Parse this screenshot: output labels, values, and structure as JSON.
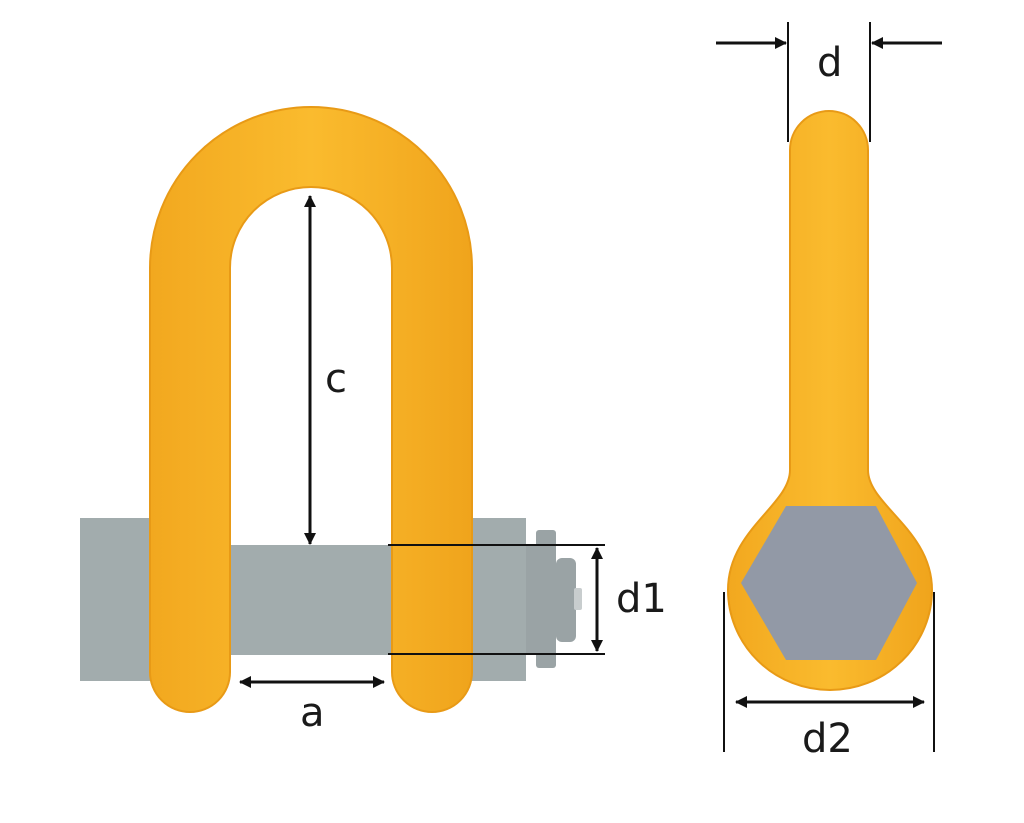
{
  "colors": {
    "shackle_body": "#F7B52A",
    "shackle_edge": "#E89A16",
    "pin_metal": "#A2ACAD",
    "hex_head": "#9299A6",
    "dimension_line": "#111111"
  },
  "labels": {
    "c": "c",
    "a": "a",
    "d1": "d1",
    "d": "d",
    "d2": "d2"
  }
}
